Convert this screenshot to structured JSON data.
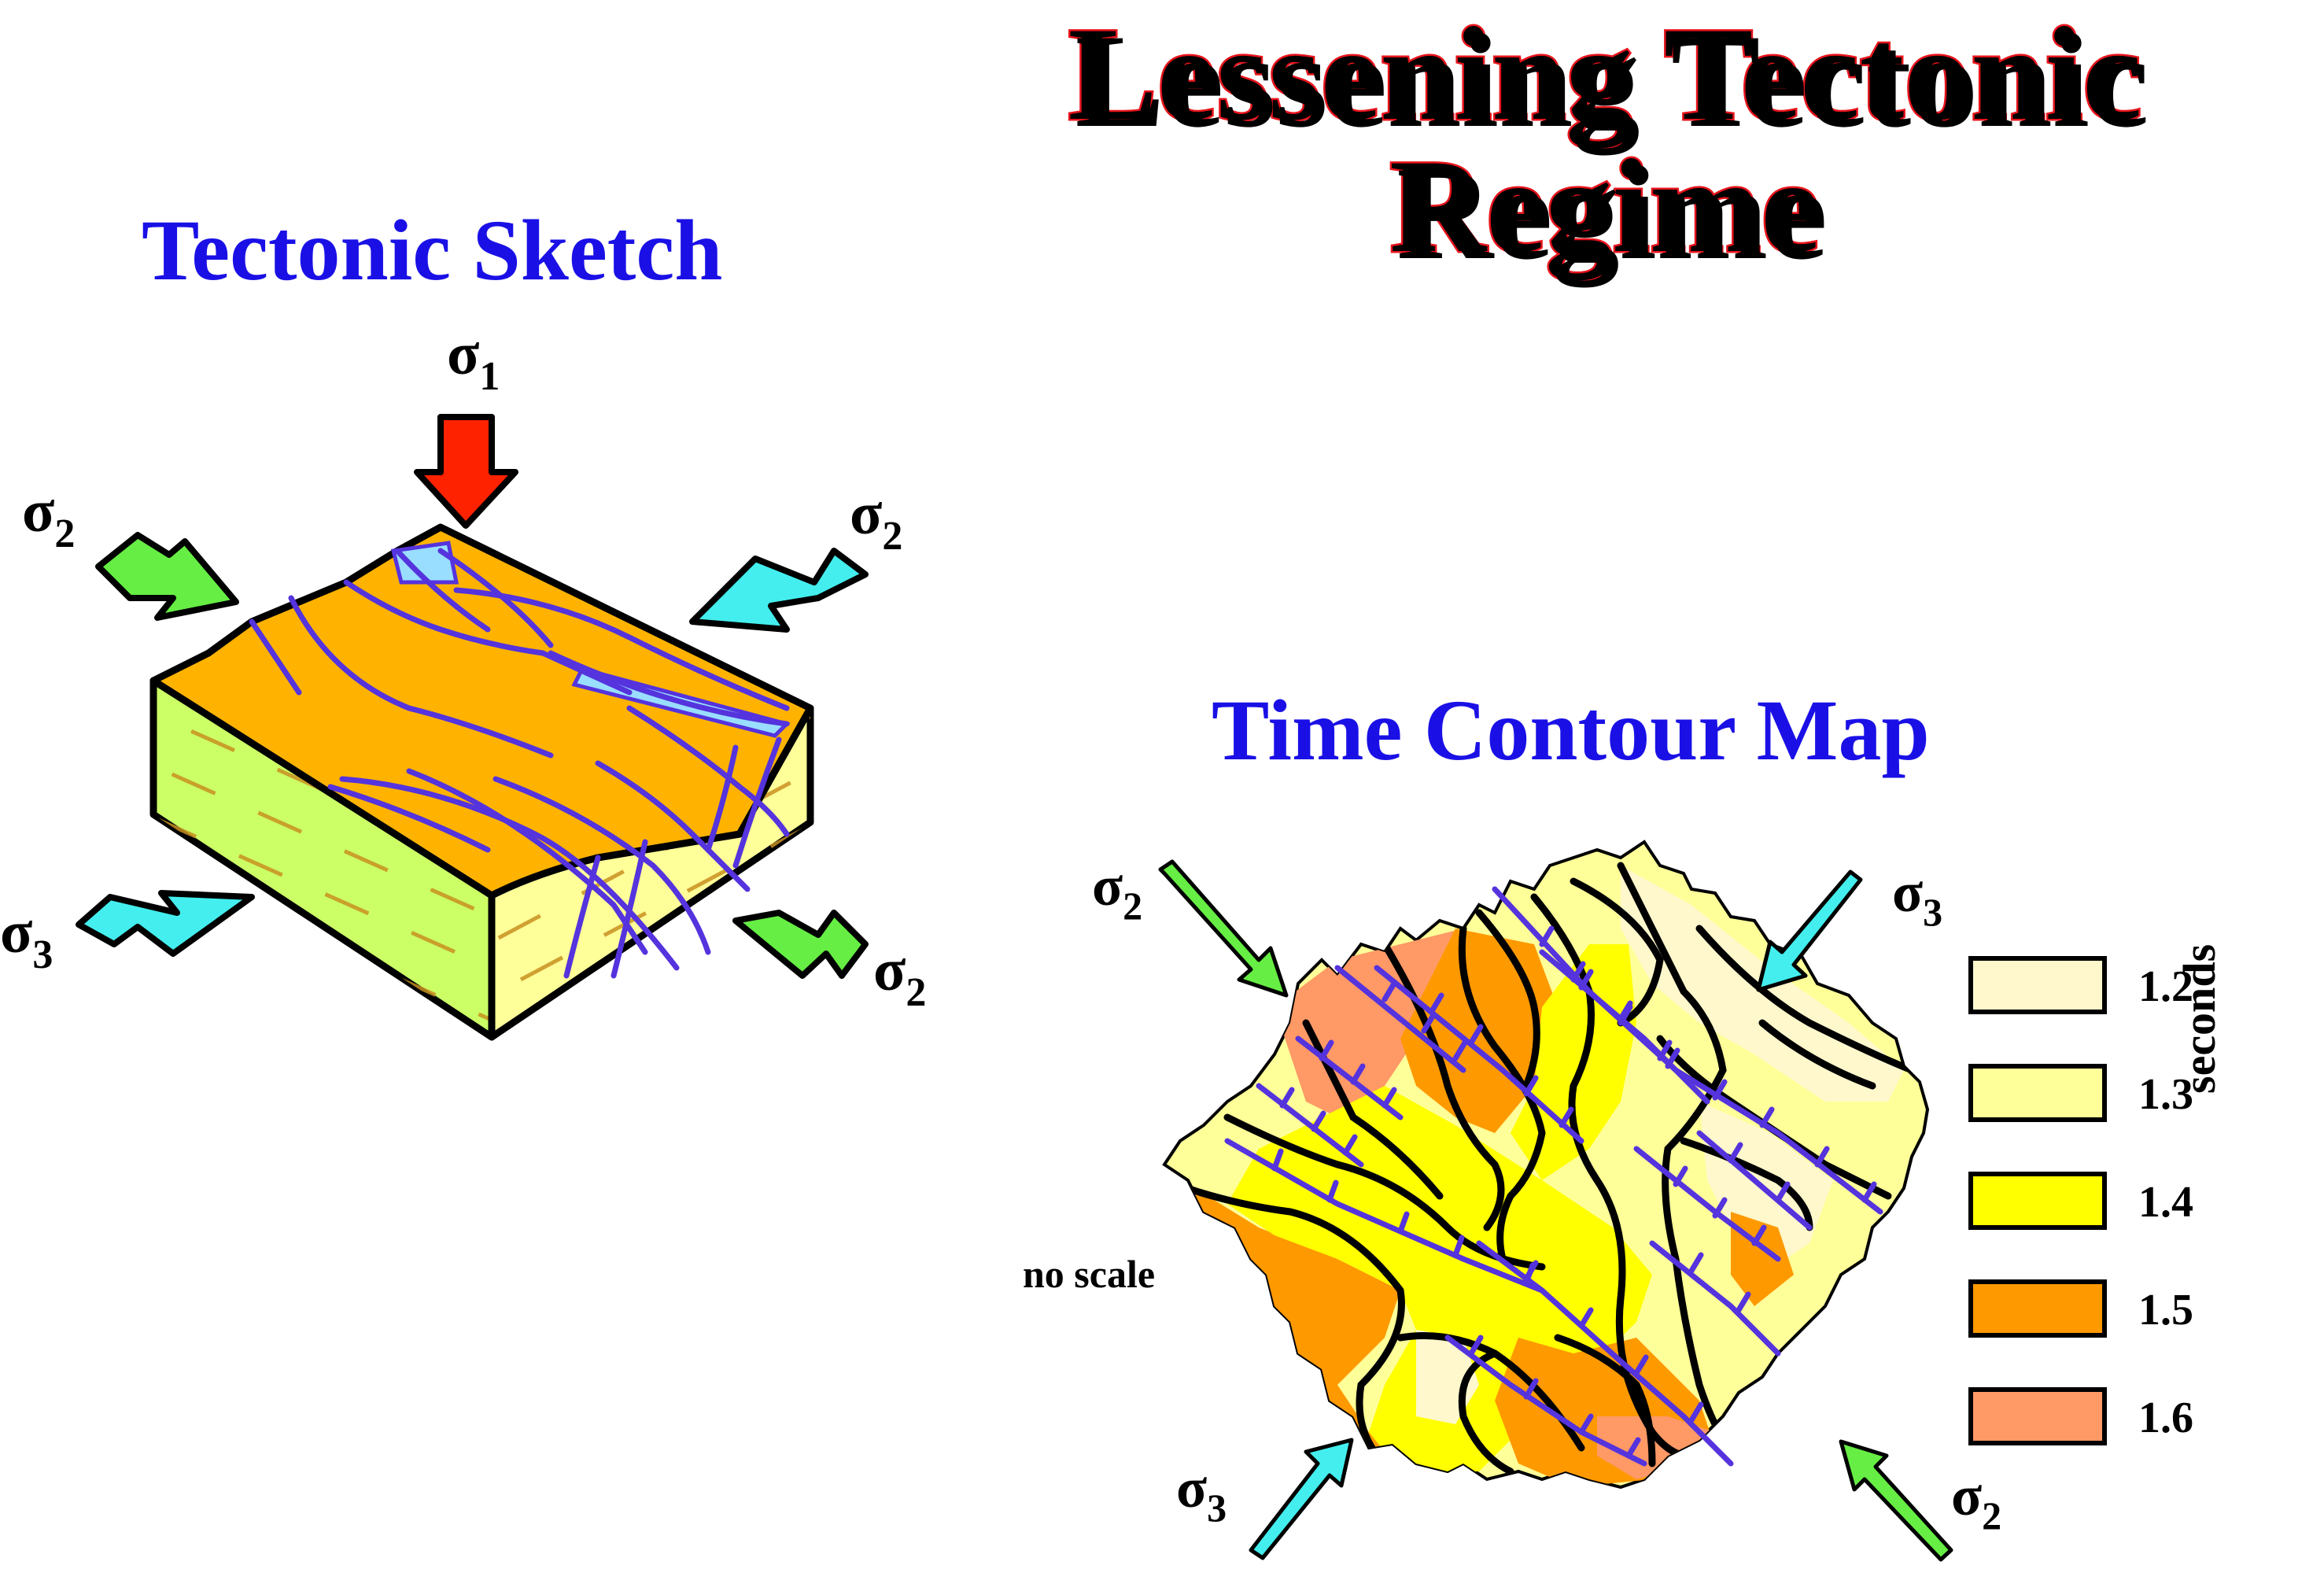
{
  "title": "Lessening Tectonic Regime",
  "sketch": {
    "title": "Tectonic Sketch"
  },
  "map": {
    "title": "Time Contour Map",
    "scale_note": "no scale",
    "legend_unit": "seconds",
    "legend": [
      {
        "value": "1.2",
        "color": "#fff8cc"
      },
      {
        "value": "1.3",
        "color": "#ffff99"
      },
      {
        "value": "1.4",
        "color": "#ffff00"
      },
      {
        "value": "1.5",
        "color": "#ff9900"
      },
      {
        "value": "1.6",
        "color": "#ff9966"
      }
    ]
  },
  "stress_labels": {
    "sketch_top": {
      "symbol": "σ",
      "sub": "1"
    },
    "sketch_upper_left": {
      "symbol": "σ",
      "sub": "2"
    },
    "sketch_upper_right": {
      "symbol": "σ",
      "sub": "2"
    },
    "sketch_lower_left": {
      "symbol": "σ",
      "sub": "3"
    },
    "sketch_lower_right": {
      "symbol": "σ",
      "sub": "2"
    },
    "map_upper_left": {
      "symbol": "σ",
      "sub": "2"
    },
    "map_upper_right": {
      "symbol": "σ",
      "sub": "3"
    },
    "map_lower_left": {
      "symbol": "σ",
      "sub": "3"
    },
    "map_lower_right": {
      "symbol": "σ",
      "sub": "2"
    }
  },
  "colors": {
    "sigma1_arrow": "#ff2200",
    "sigma2_arrow": "#66ee44",
    "sigma3_arrow": "#44eeee",
    "fault": "#5533dd",
    "block_top": "#ffb300",
    "block_side_left": "#ccff66",
    "block_side_right": "#ffff99"
  }
}
